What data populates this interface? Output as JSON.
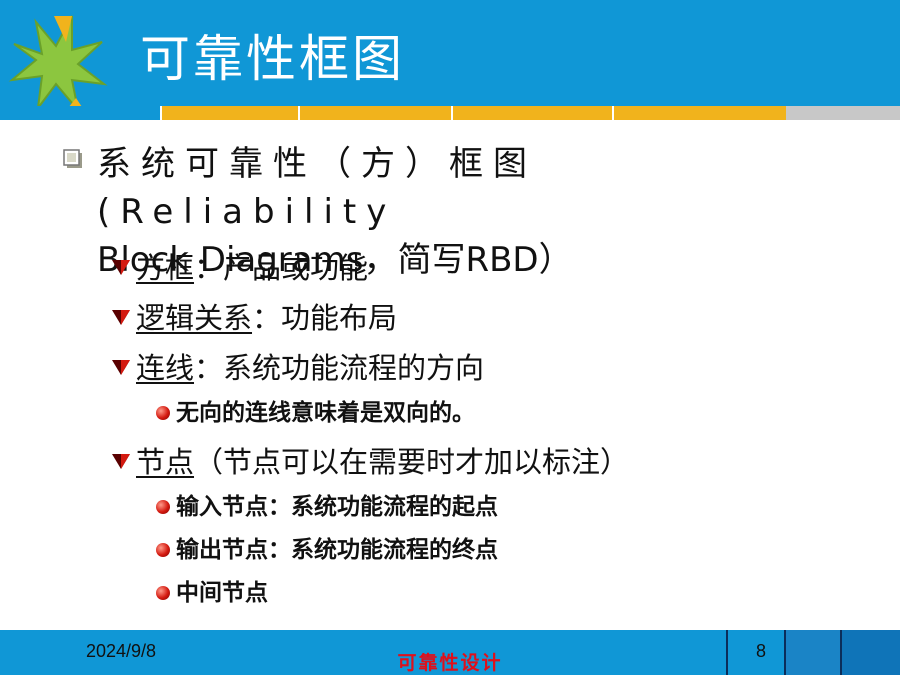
{
  "slide": {
    "title": "可靠性框图",
    "heading_line1": "系统可靠性（方）框图 (Reliability",
    "heading_line2": "Block Diagrams，简写RBD）",
    "items": [
      {
        "term": "方框",
        "desc": "：产品或功能"
      },
      {
        "term": "逻辑关系",
        "desc": "：功能布局"
      },
      {
        "term": "连线",
        "desc": "：系统功能流程的方向"
      },
      {
        "sub": "无向的连线意味着是双向的。"
      },
      {
        "term": "节点",
        "desc": "（节点可以在需要时才加以标注）"
      },
      {
        "sub": "输入节点：系统功能流程的起点"
      },
      {
        "sub": "输出节点：系统功能流程的终点"
      },
      {
        "sub": "中间节点"
      }
    ]
  },
  "footer": {
    "date": "2024/9/8",
    "center": "可靠性设计",
    "page": "8"
  },
  "colors": {
    "header_blue": "#1097d6",
    "bar_yellow": "#f1b31c",
    "bar_gray": "#c8c8c8",
    "logo_green": "#8cc63f",
    "bullet_red": "#d41a10",
    "footer_red": "#e0101a"
  },
  "icons": {
    "logo": "asterisk-star-logo-icon",
    "level1_bullet": "square-box-bullet-icon",
    "level2_bullet": "red-triangle-bullet-icon",
    "level3_bullet": "red-ball-bullet-icon"
  }
}
